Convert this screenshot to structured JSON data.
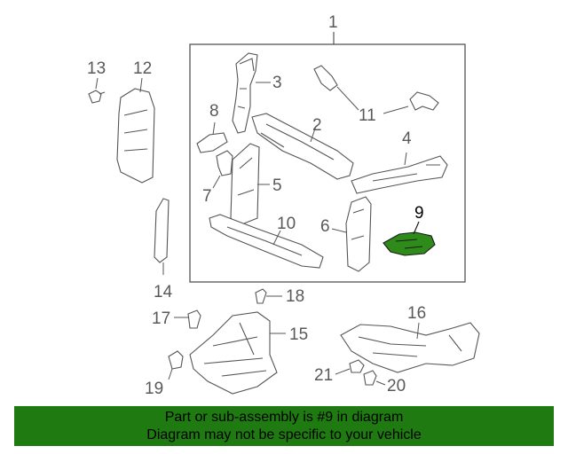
{
  "diagram": {
    "callouts": {
      "p1": "1",
      "p2": "2",
      "p3": "3",
      "p4": "4",
      "p5": "5",
      "p6": "6",
      "p7": "7",
      "p8": "8",
      "p9": "9",
      "p10": "10",
      "p11": "11",
      "p12": "12",
      "p13": "13",
      "p14": "14",
      "p15": "15",
      "p16": "16",
      "p17": "17",
      "p18": "18",
      "p19": "19",
      "p20": "20",
      "p21": "21"
    },
    "highlighted_part": "9",
    "colors": {
      "line": "#555555",
      "highlight": "#2e8b1a",
      "banner": "#1f7a12"
    }
  },
  "banner": {
    "line1": "Part or sub-assembly is #9 in diagram",
    "line2": "Diagram may not be specific to your vehicle"
  }
}
